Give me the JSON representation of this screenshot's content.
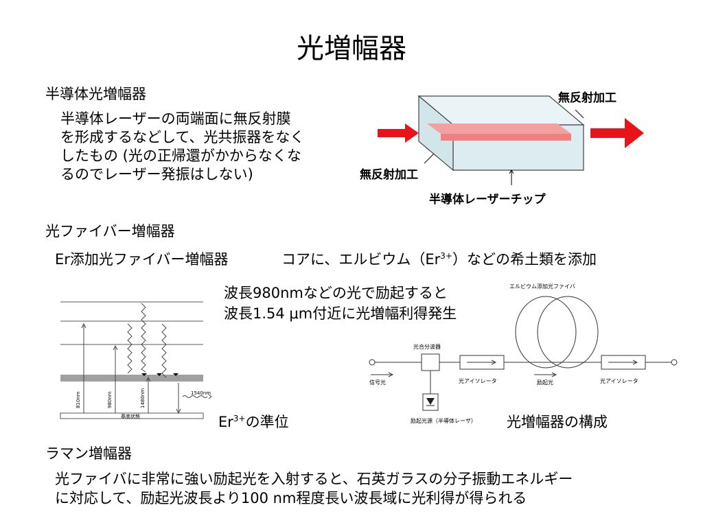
{
  "title": "光増幅器",
  "semi": {
    "heading": "半導体光増幅器",
    "desc_lines": [
      "半導体レーザーの両端面に無反射膜",
      "を形成するなどして、光共振器をなく",
      "したもの (光の正帰還がかからなくな",
      "るのでレーザー発振はしない)"
    ],
    "diagram": {
      "ar_top": "無反射加工",
      "ar_left": "無反射加工",
      "chip": "半導体レーザーチップ"
    }
  },
  "fiber": {
    "heading": "光ファイバー増幅器",
    "edfa_label": "Er添加光ファイバー増幅器",
    "core_prefix": "コアに、エルビウム（Er",
    "core_sup": "3+",
    "core_suffix": "）などの希土類を添加",
    "pump_lines": [
      "波長980nmなどの光で励起すると",
      "波長1.54 μm付近に光増幅利得発生"
    ],
    "levels": {
      "caption_prefix": "Er",
      "caption_sup": "3+",
      "caption_suffix": "の準位",
      "arrow_labels": [
        "810nm",
        "980nm",
        "1480nm"
      ],
      "emission_label": "1540nm",
      "ground_label": "基底状態"
    },
    "config": {
      "caption": "光増幅器の構成",
      "fiber_label": "エルビウム添加光ファイバ",
      "coupler": "光合分波器",
      "signal": "信号光",
      "isolator_1": "光アイソレータ",
      "pump_light": "励起光",
      "isolator_2": "光アイソレータ",
      "pump_source": "励起光源（半導体レーザ）"
    }
  },
  "raman": {
    "heading": "ラマン増幅器",
    "lines": [
      "光ファイバに非常に強い励起光を入射すると、石英ガラスの分子振動エネルギー",
      "に対応して、励起光波長より100 nm程度長い波長域に光利得が得られる"
    ]
  },
  "colors": {
    "arrow_red": "#e8141a",
    "chip_face": "#dcecf0",
    "stripe": "#f08080",
    "band_gray": "#a0a0a0"
  }
}
